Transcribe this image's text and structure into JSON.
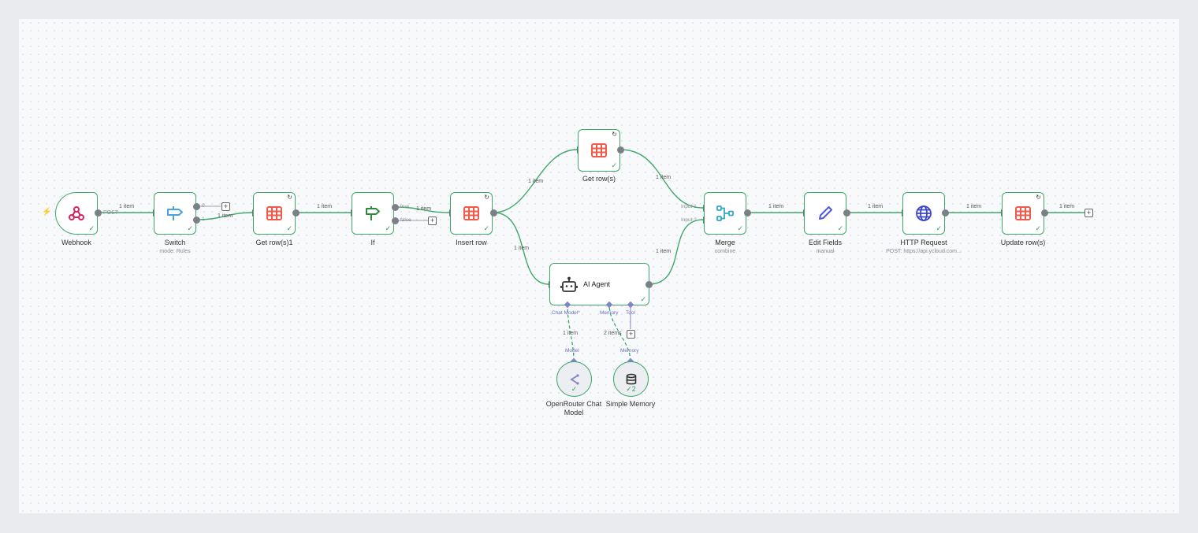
{
  "nodes": {
    "webhook": {
      "label": "Webhook",
      "icon": "webhook-icon",
      "out_label": "POST"
    },
    "switch": {
      "label": "Switch",
      "subtitle": "mode: Rules",
      "icon": "signpost-icon",
      "out0": "0",
      "out1": "1"
    },
    "get_rows_1": {
      "label": "Get row(s)1",
      "icon": "table-icon"
    },
    "if": {
      "label": "If",
      "icon": "branch-icon",
      "true_label": "true",
      "false_label": "false"
    },
    "insert_row": {
      "label": "Insert row",
      "icon": "table-icon"
    },
    "get_rows": {
      "label": "Get row(s)",
      "icon": "table-icon"
    },
    "ai_agent": {
      "label": "AI Agent",
      "icon": "robot-icon",
      "port_chat_model": "Chat Model*",
      "port_memory": "Memory",
      "port_tool": "Tool"
    },
    "merge": {
      "label": "Merge",
      "subtitle": "combine",
      "icon": "merge-icon",
      "input1": "Input 1",
      "input2": "Input 2"
    },
    "edit_fields": {
      "label": "Edit Fields",
      "subtitle": "manual",
      "icon": "pencil-icon"
    },
    "http_request": {
      "label": "HTTP Request",
      "subtitle": "POST: https://api.ycloud.com...",
      "icon": "globe-icon"
    },
    "update_rows": {
      "label": "Update row(s)",
      "icon": "table-icon"
    },
    "openrouter": {
      "label_line1": "OpenRouter Chat",
      "label_line2": "Model",
      "icon": "share-icon",
      "port_label": "Model"
    },
    "simple_memory": {
      "label": "Simple Memory",
      "icon": "database-icon",
      "port_label": "Memory",
      "run_count": "2"
    }
  },
  "edges": {
    "webhook_switch": "1 item",
    "switch_getrows1": "1 item",
    "getrows1_if": "1 item",
    "if_insert": "1 item",
    "insert_getrows": "1 item",
    "insert_agent": "1 item",
    "getrows_merge": "1 item",
    "agent_merge": "1 item",
    "merge_edit": "1 item",
    "edit_http": "1 item",
    "http_update": "1 item",
    "update_end": "1 item",
    "model_agent": "1 item",
    "memory_agent": "2 items"
  },
  "colors": {
    "success_border": "#3fa86a",
    "connection": "#3fa86a",
    "ai_connection": "#7f84c9",
    "table_icon": "#f05a4a",
    "switch_icon": "#4aa0e6",
    "if_icon": "#2e8b3e",
    "merge_icon": "#33a7c8",
    "edit_icon": "#4f5bd5",
    "http_icon": "#3a45c9",
    "webhook_icon": "#d6245f",
    "trigger_bolt": "#f05a4a"
  }
}
